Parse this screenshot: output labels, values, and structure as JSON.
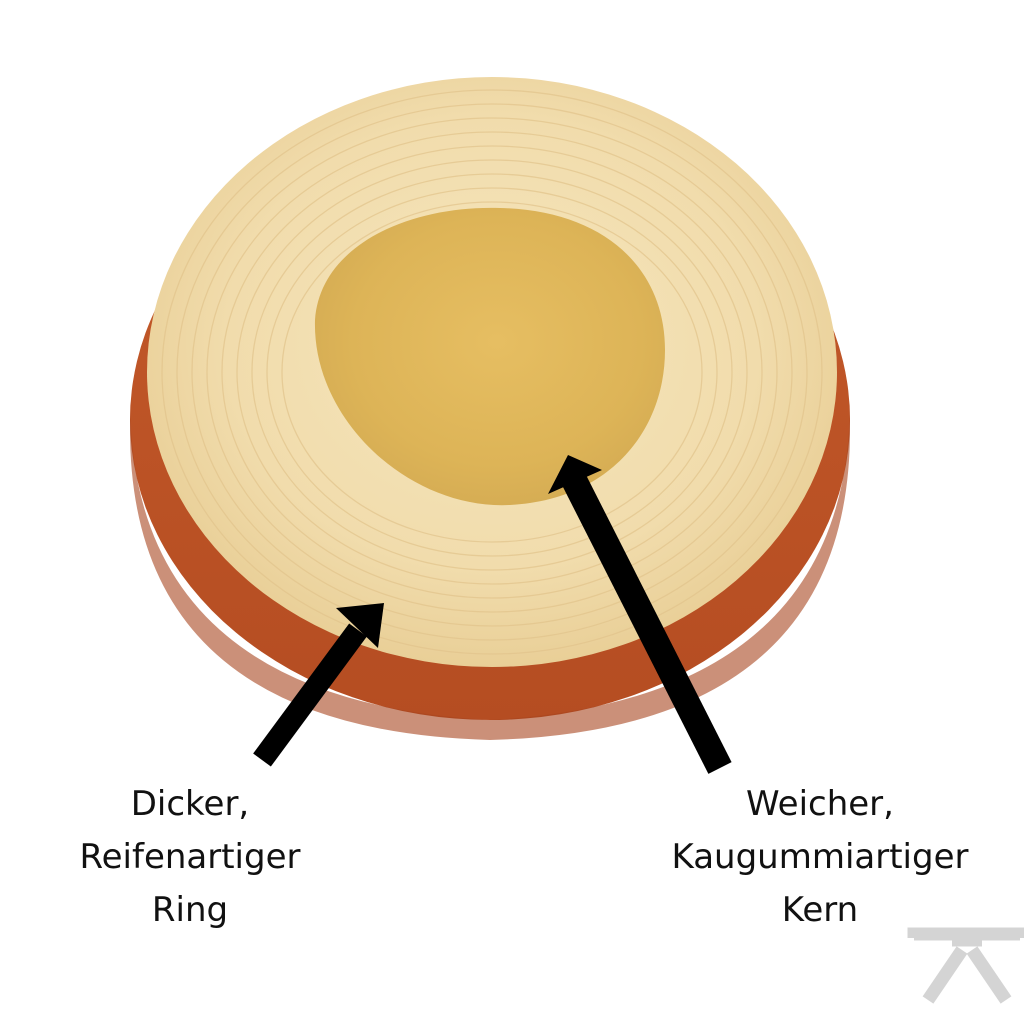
{
  "labels": {
    "ring": {
      "line1": "Dicker,",
      "line2": "Reifenartiger",
      "line3": "Ring"
    },
    "core": {
      "line1": "Weicher,",
      "line2": "Kaugummiartiger",
      "line3": "Kern"
    }
  },
  "colors": {
    "rind": "#c45a2a",
    "rind_dark": "#a8461f",
    "flesh": "#f1dcac",
    "core": "#ddb457",
    "arrow": "#000000",
    "logo": "#d4d4d4"
  },
  "icons": {
    "logo": "watermark-logo-icon"
  }
}
